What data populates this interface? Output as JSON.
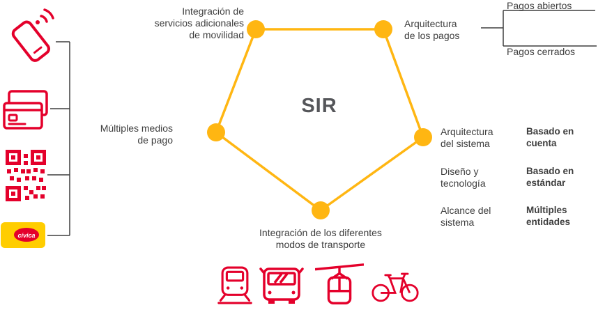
{
  "colors": {
    "accent": "#FFB612",
    "red": "#E4002B",
    "text": "#3E3E3E",
    "card_yellow": "#FFCD00"
  },
  "center": {
    "title": "SIR"
  },
  "labels": {
    "top_left": [
      "Integración de",
      "servicios adicionales",
      "de movilidad"
    ],
    "top_right": [
      "Arquitectura",
      "de los pagos"
    ],
    "left": [
      "Múltiples medios",
      "de pago"
    ],
    "bottom": [
      "Integración de los diferentes",
      "modos de transporte"
    ]
  },
  "payments": {
    "open": "Pagos abiertos",
    "closed": "Pagos cerrados"
  },
  "system_items": [
    {
      "label": [
        "Arquitectura",
        "del sistema"
      ],
      "value": [
        "Basado en",
        "cuenta"
      ]
    },
    {
      "label": [
        "Diseño y",
        "tecnología"
      ],
      "value": [
        "Basado en",
        "estándar"
      ]
    },
    {
      "label": [
        "Alcance del",
        "sistema"
      ],
      "value": [
        "Múltiples",
        "entidades"
      ]
    }
  ],
  "card": {
    "brand": "cívica"
  },
  "icons": {
    "payment": [
      "contactless-phone-icon",
      "credit-cards-icon",
      "qr-code-icon",
      "transit-card-icon"
    ],
    "transport": [
      "train-icon",
      "bus-icon",
      "cable-car-icon",
      "bicycle-icon"
    ]
  }
}
